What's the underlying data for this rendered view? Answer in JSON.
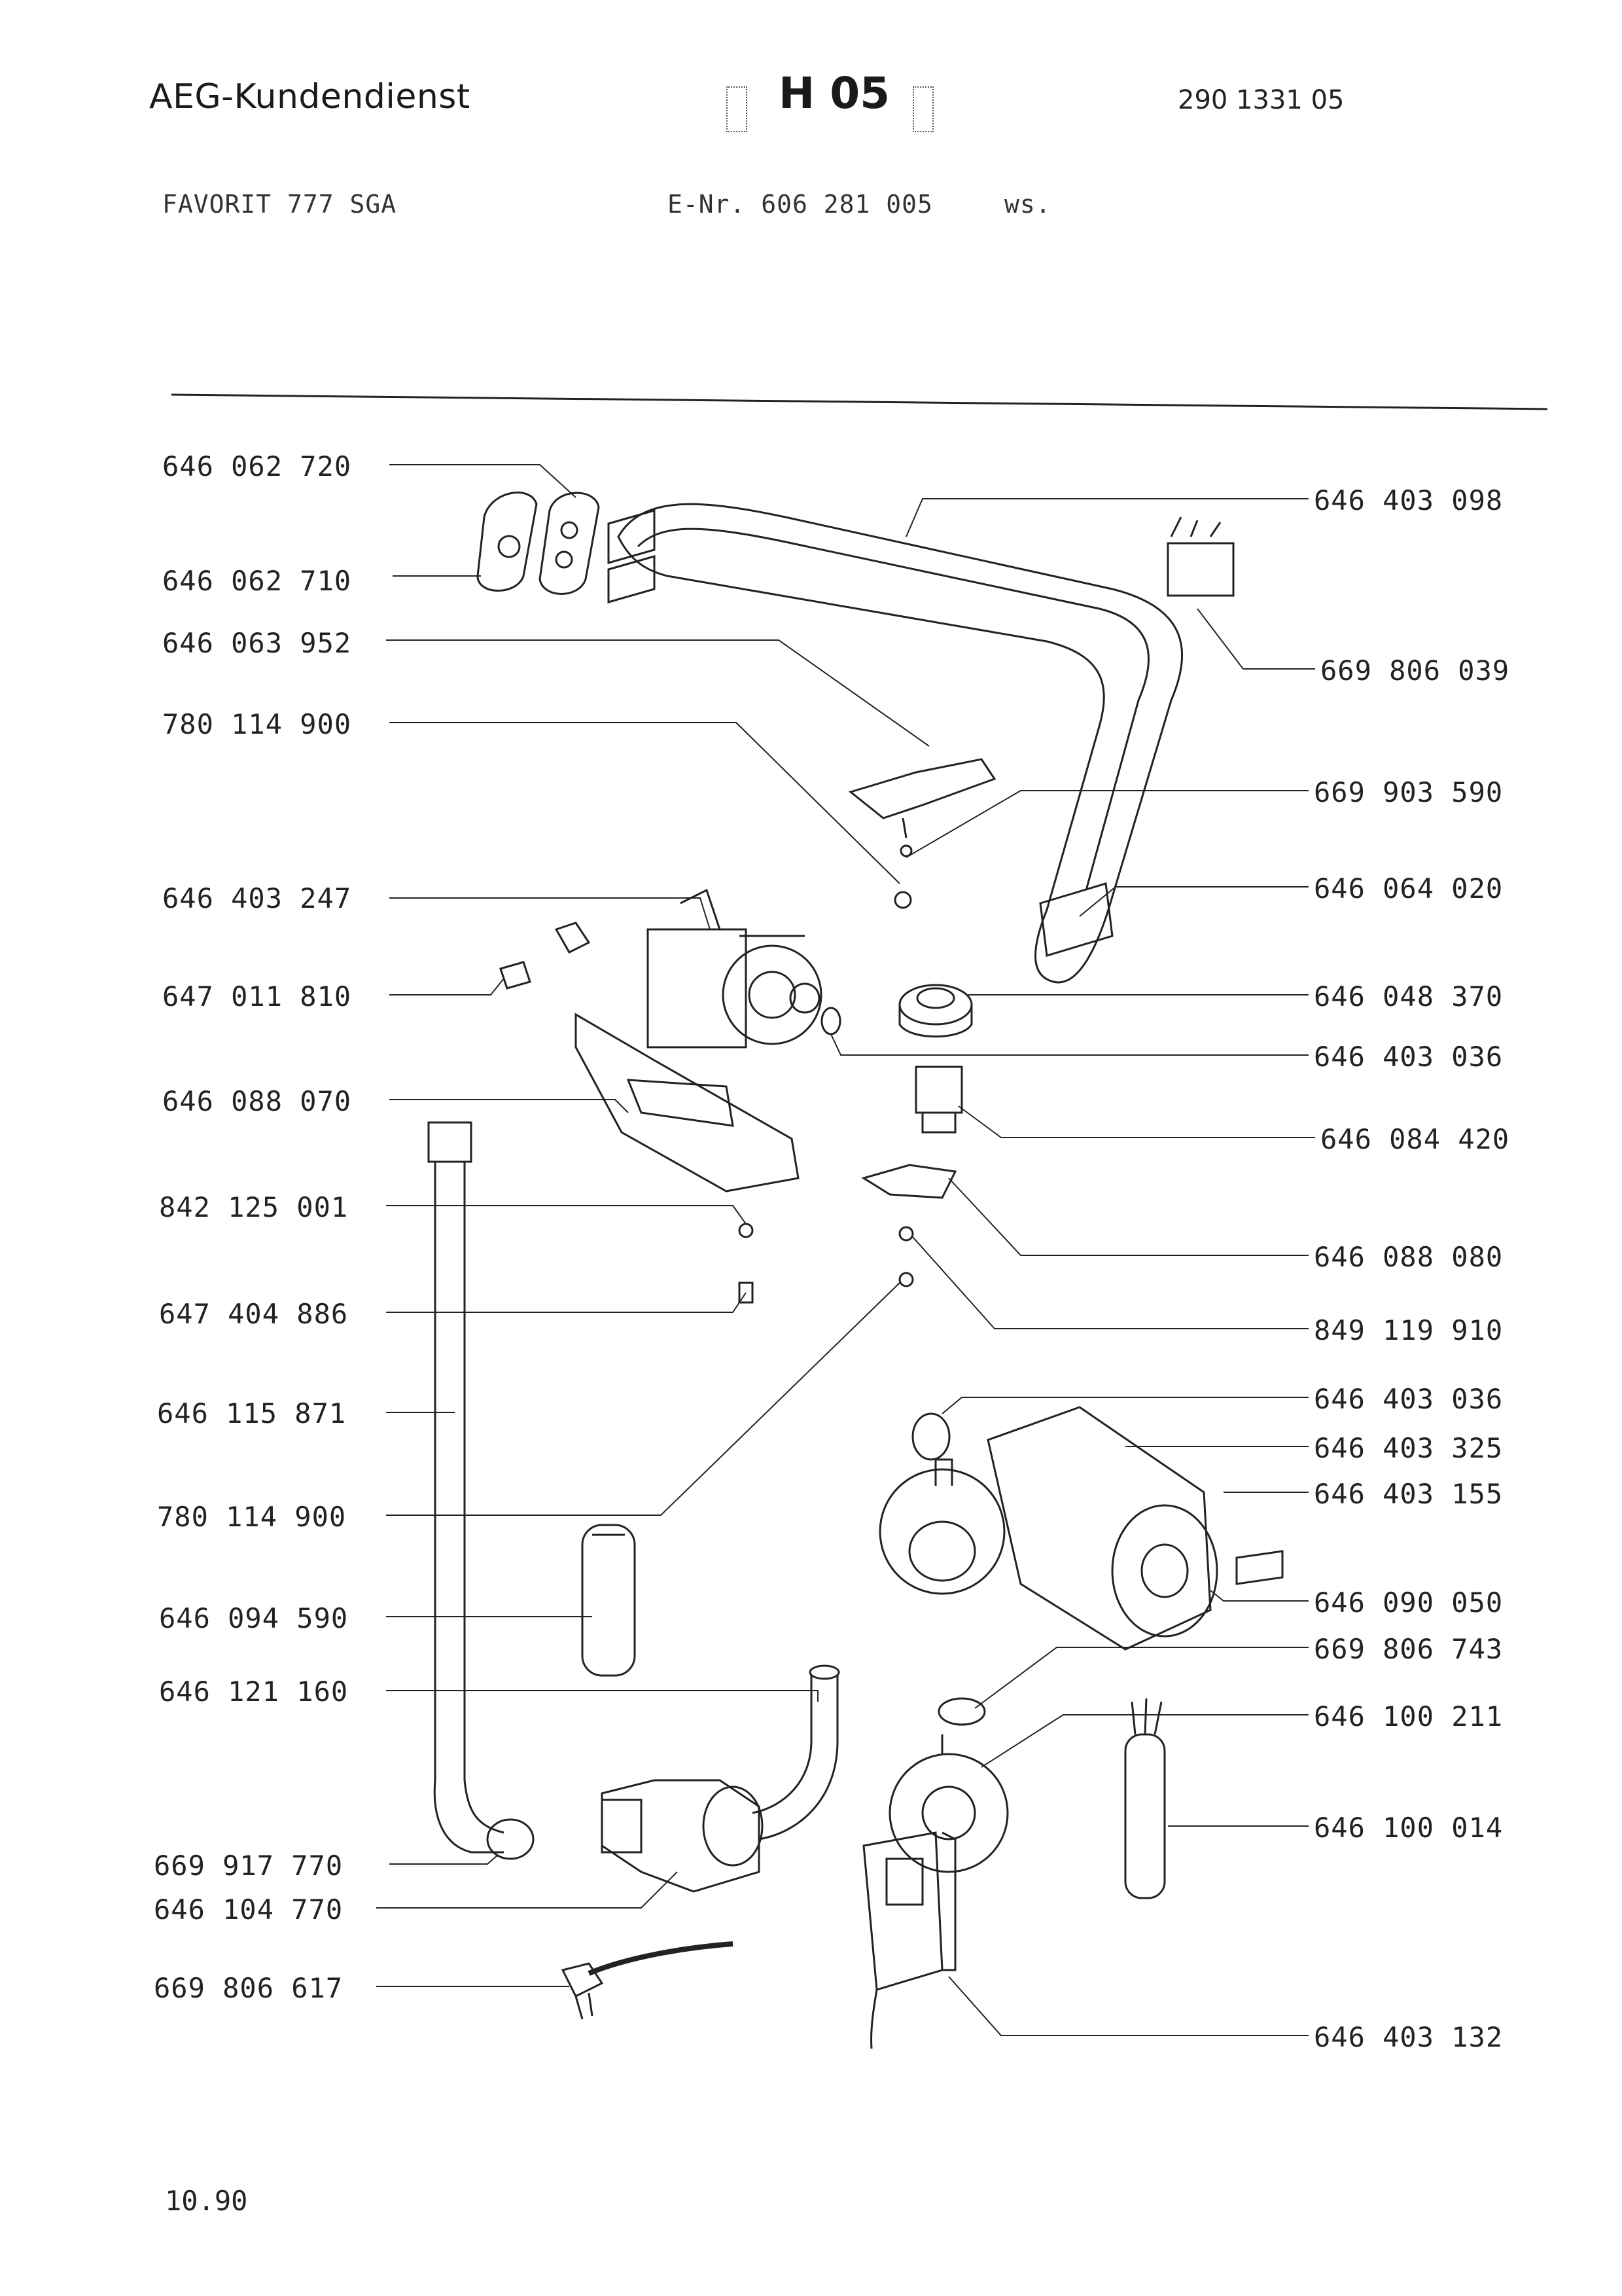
{
  "header": {
    "brand": "AEG-Kundendienst",
    "section_code": "H 05",
    "document_number": "290 1331 05"
  },
  "model": {
    "name": "FAVORIT  777  SGA",
    "e_nr": "E-Nr. 606 281 005",
    "color_code": "ws."
  },
  "parts_left": [
    "646 062 720",
    "646 062 710",
    "646 063 952",
    "780 114 900",
    "646 403 247",
    "647 011 810",
    "646 088 070",
    "842 125 001",
    "647 404 886",
    "646 115 871",
    "780 114 900",
    "646 094 590",
    "646 121 160",
    "669 917 770",
    "646 104 770",
    "669 806 617"
  ],
  "parts_right": [
    "646 403 098",
    "669 806 039",
    "669 903 590",
    "646 064 020",
    "646 048 370",
    "646 403 036",
    "646 084 420",
    "646 088 080",
    "849 119 910",
    "646 403 036",
    "646 403 325",
    "646 403 155",
    "646 090 050",
    "669 806 743",
    "646 100 211",
    "646 100 014",
    "646 403 132"
  ],
  "footer": {
    "date": "10.90"
  }
}
